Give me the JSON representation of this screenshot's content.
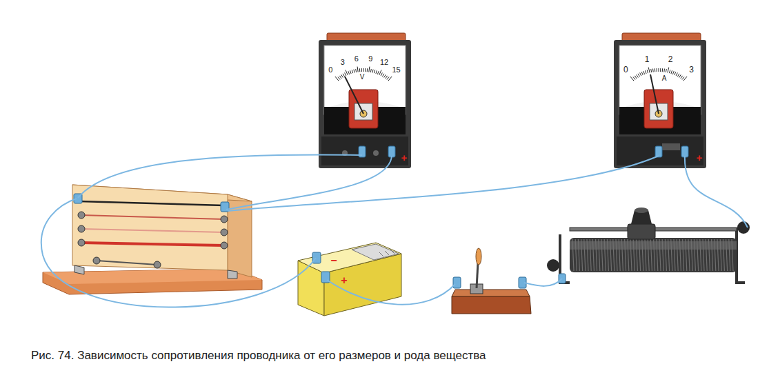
{
  "diagram": {
    "caption": "Рис. 74. Зависимость сопротивления проводника от его размеров и рода вещества",
    "nodes": [
      {
        "text": [
          "0",
          "3",
          "6",
          "9",
          "12",
          "15",
          "V",
          "+"
        ]
      },
      {
        "text": [
          "0",
          "1",
          "2",
          "3",
          "A",
          "+"
        ]
      },
      {
        "text": [
          "−",
          "+"
        ]
      }
    ]
  }
}
